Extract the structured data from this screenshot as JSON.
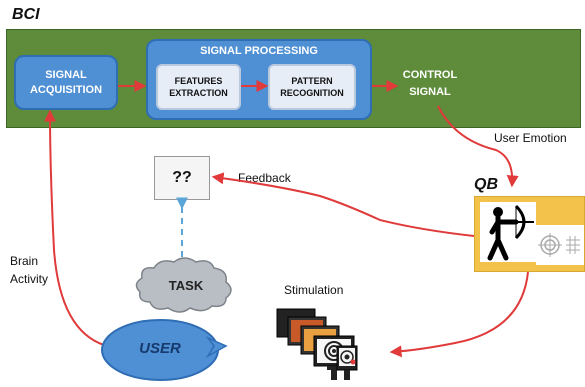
{
  "bci": {
    "title": "BCI",
    "signal_acquisition": [
      "SIGNAL",
      "ACQUISITION"
    ],
    "signal_processing": "SIGNAL PROCESSING",
    "features_extraction": [
      "FEATURES",
      "EXTRACTION"
    ],
    "pattern_recognition": [
      "PATTERN",
      "RECOGNITION"
    ],
    "control_signal": [
      "CONTROL",
      "SIGNAL"
    ]
  },
  "labels": {
    "user_emotion": "User Emotion",
    "qb": "QB",
    "feedback": "Feedback",
    "unknown": "??",
    "brain_activity": [
      "Brain",
      "Activity"
    ],
    "stimulation": "Stimulation",
    "task": "TASK",
    "user": "USER"
  },
  "colors": {
    "panel_green": "#5e8c3a",
    "box_blue": "#4f8fd3",
    "arrow_red": "#e03a3a",
    "dashed_blue": "#5aa6d8",
    "qb_yellow": "#f2c24a"
  },
  "icons": [
    "archer-icon",
    "target-icon",
    "grid-icon",
    "monitor-stack-icon"
  ]
}
